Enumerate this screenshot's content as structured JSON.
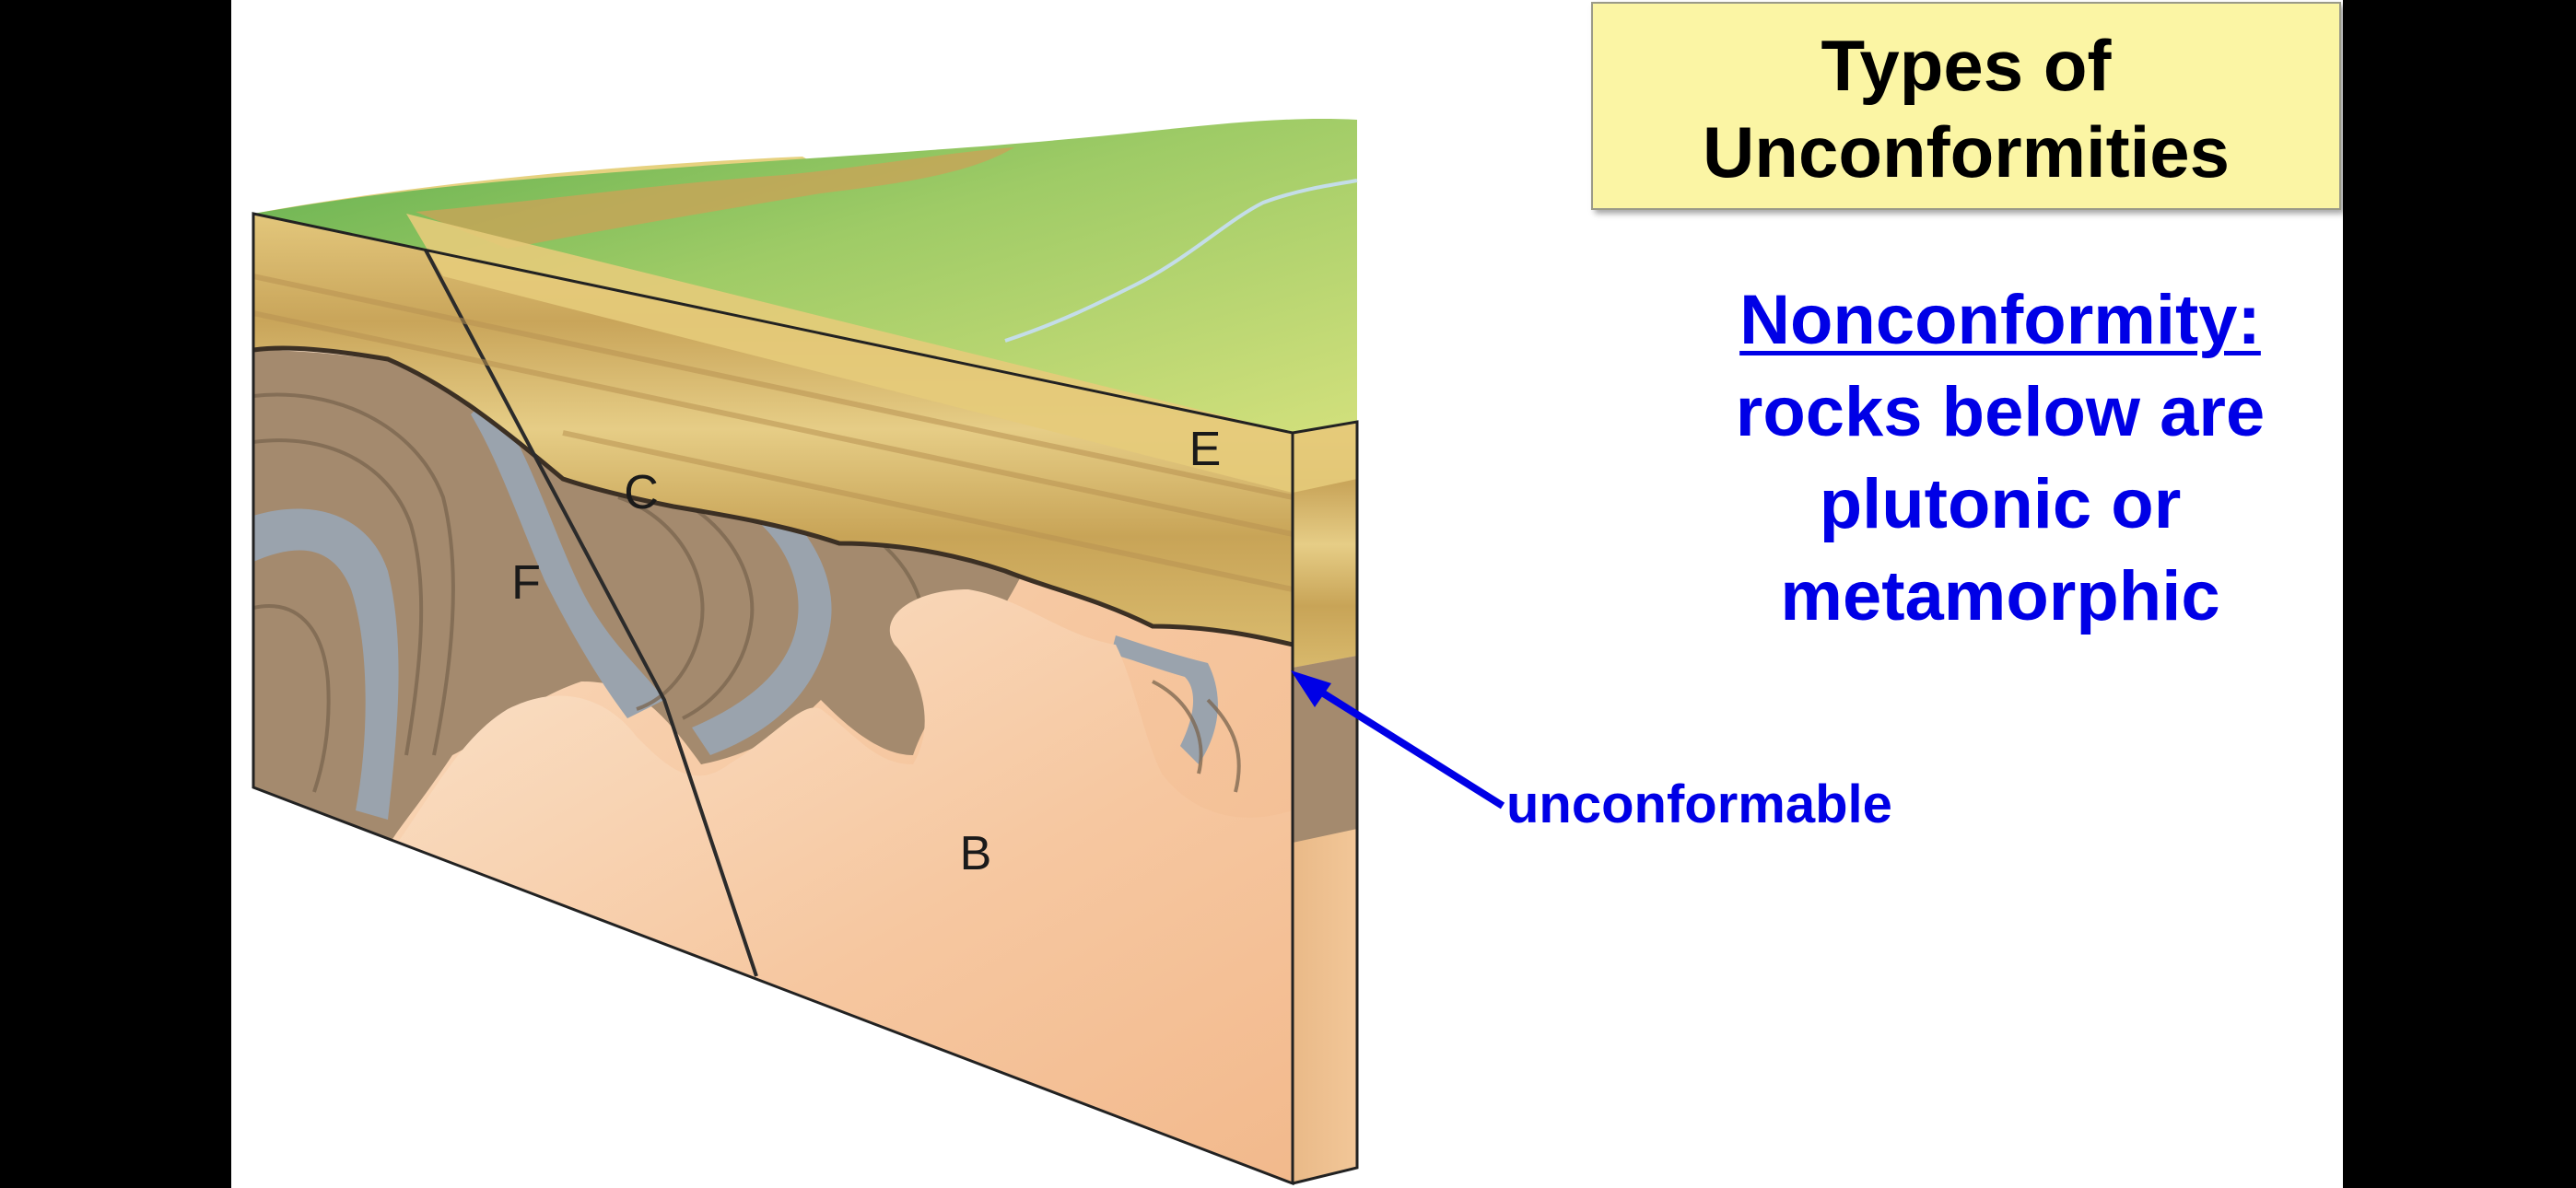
{
  "slide": {
    "title": "Types of\nUnconformities",
    "term": "Nonconformity:",
    "description": "rocks below are\nplutonic or\nmetamorphic",
    "arrow_label": "unconformable"
  },
  "diagram": {
    "labels": {
      "c": "C",
      "e": "E",
      "f": "F",
      "b": "B"
    }
  },
  "colors": {
    "slide_background": "#ffffff",
    "title_box": "#fbf5a4",
    "text_blue": "#0000e6",
    "sediment": "#d9b96a",
    "metamorphic": "#a48a6e",
    "gray_layer": "#9aa3ad",
    "granite": "#f6c9a0",
    "surface_green": "#a8cf6a"
  },
  "icons": {
    "pointer": "arrow-icon"
  }
}
